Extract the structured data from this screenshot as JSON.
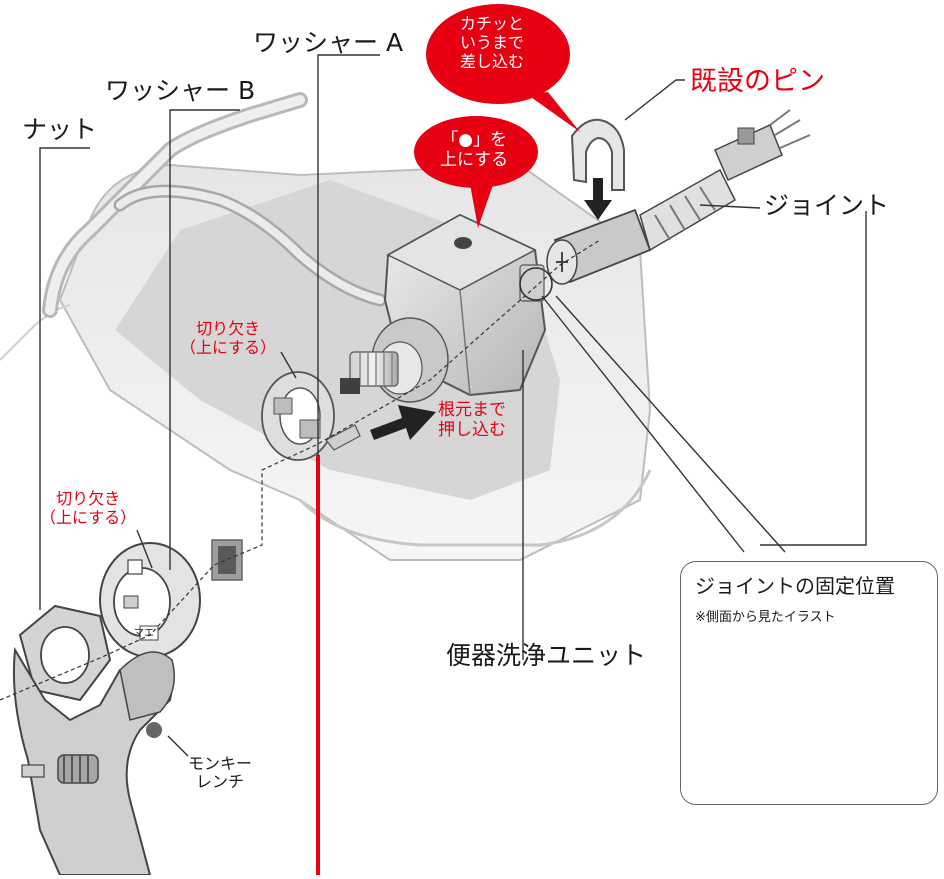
{
  "labels": {
    "washer_a": "ワッシャー A",
    "washer_b": "ワッシャー B",
    "nut": "ナット",
    "existing_pin": "既設のピン",
    "joint": "ジョイント",
    "flush_unit": "便器洗浄ユニット",
    "notch_a_line1": "切り欠き",
    "notch_a_line2": "（上にする）",
    "notch_b_line1": "切り欠き",
    "notch_b_line2": "（上にする）",
    "push_line1": "根元まで",
    "push_line2": "押し込む",
    "wrench_line1": "モンキー",
    "wrench_line2": "レンチ",
    "washer_mark": "マエ"
  },
  "bubbles": {
    "click_line1": "カチッと",
    "click_line2": "いうまで",
    "click_line3": "差し込む",
    "dot_line1": "「●」を",
    "dot_line2": "上にする"
  },
  "inset": {
    "title": "ジョイントの固定位置",
    "note": "※側面から見たイラスト"
  },
  "colors": {
    "accent_red": "#e60012",
    "line_gray": "#666666",
    "body_gray": "#d9d9d9"
  }
}
